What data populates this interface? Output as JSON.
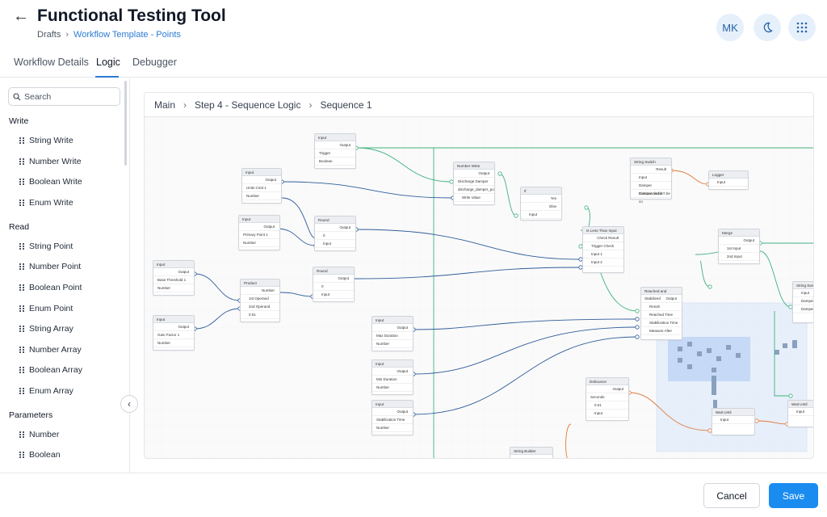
{
  "header": {
    "title": "Functional Testing Tool",
    "breadcrumb": {
      "root": "Drafts",
      "current": "Workflow Template - Points"
    },
    "avatar": "MK"
  },
  "tabs": [
    {
      "label": "Workflow Details",
      "active": false
    },
    {
      "label": "Logic",
      "active": true
    },
    {
      "label": "Debugger",
      "active": false
    }
  ],
  "sidebar": {
    "search_placeholder": "Search",
    "sections": [
      {
        "label": "Write",
        "items": [
          "String Write",
          "Number Write",
          "Boolean Write",
          "Enum Write"
        ]
      },
      {
        "label": "Read",
        "items": [
          "String Point",
          "Number Point",
          "Boolean Point",
          "Enum Point",
          "String Array",
          "Number Array",
          "Boolean Array",
          "Enum Array"
        ]
      },
      {
        "label": "Parameters",
        "items": [
          "Number",
          "Boolean"
        ]
      }
    ]
  },
  "canvas": {
    "breadcrumb": [
      "Main",
      "Step 4 - Sequence Logic",
      "Sequence 1"
    ]
  },
  "nodes": {
    "input_trigger": {
      "title": "Input",
      "output": "Output",
      "rows": [
        "Trigger",
        "Boolean"
      ]
    },
    "number_write": {
      "title": "Number Write",
      "output": "Output",
      "rows": [
        "Discharge Damper",
        "discharge_damper_po",
        "Write Value"
      ]
    },
    "string_switch": {
      "title": "String Switch",
      "output": "Result",
      "rows": [
        "Input",
        "Damper commanded o",
        "Damper couldn't be co"
      ]
    },
    "logger": {
      "title": "Logger",
      "rows": [
        "Input"
      ]
    },
    "input_units": {
      "title": "Input",
      "output": "Output",
      "rows": [
        "Units Cmd 1",
        "Number"
      ]
    },
    "if_node": {
      "title": "If",
      "rows": [
        "Yes",
        "Else",
        "Input"
      ]
    },
    "input_primary": {
      "title": "Input",
      "output": "Output",
      "rows": [
        "Primary Point 1",
        "Number"
      ]
    },
    "round_1": {
      "title": "Round",
      "output": "Output",
      "rows": [
        "0",
        "Input"
      ]
    },
    "less_than": {
      "title": "Is Less Than Input",
      "output": "Check Result",
      "rows": [
        "Trigger Check",
        "Input 1",
        "Input 2"
      ]
    },
    "merge": {
      "title": "Merge",
      "output": "Output",
      "rows": [
        "1st Input",
        "2nd Input"
      ]
    },
    "input_base": {
      "title": "Input",
      "output": "Output",
      "rows": [
        "Base Threshold 1",
        "Number"
      ]
    },
    "product": {
      "title": "Product",
      "output": "Number",
      "rows": [
        "1st Operand",
        "2nd Operand",
        "0.01"
      ]
    },
    "round_2": {
      "title": "Round",
      "output": "Output",
      "rows": [
        "0",
        "Input"
      ]
    },
    "reached_stabilized": {
      "title": "Reached and Stabilized",
      "output": "Output",
      "rows": [
        "Result",
        "Reached Time",
        "Stabilization Time",
        "Measure After"
      ]
    },
    "string_switch_2": {
      "title": "String Switch",
      "rows": [
        "Input",
        "Damper cou",
        "Damper cou"
      ]
    },
    "input_gain": {
      "title": "Input",
      "output": "Output",
      "rows": [
        "Gain Factor 1",
        "Number"
      ]
    },
    "input_max_duration": {
      "title": "Input",
      "output": "Output",
      "rows": [
        "Max Duration",
        "Number"
      ]
    },
    "input_min_duration": {
      "title": "Input",
      "output": "Output",
      "rows": [
        "Min Duration",
        "Number"
      ]
    },
    "input_stab": {
      "title": "Input",
      "output": "Output",
      "rows": [
        "Stabilization Time",
        "Number"
      ]
    },
    "debounce": {
      "title": "Debounce",
      "output": "Output",
      "rows": [
        "Seconds",
        "0.01",
        "Input"
      ]
    },
    "wait_until": {
      "title": "Wait Until",
      "rows": [
        "Input"
      ]
    },
    "wait_until_2": {
      "title": "Wait Until",
      "rows": [
        "Input"
      ]
    },
    "string_builder": {
      "title": "String Builder"
    }
  },
  "footer": {
    "cancel": "Cancel",
    "save": "Save"
  },
  "colors": {
    "accent": "#1a8cf0",
    "link": "#2b7bd2",
    "wire_green": "#3fb27f",
    "wire_blue": "#2f5d9a",
    "wire_orange": "#e07a3a"
  }
}
